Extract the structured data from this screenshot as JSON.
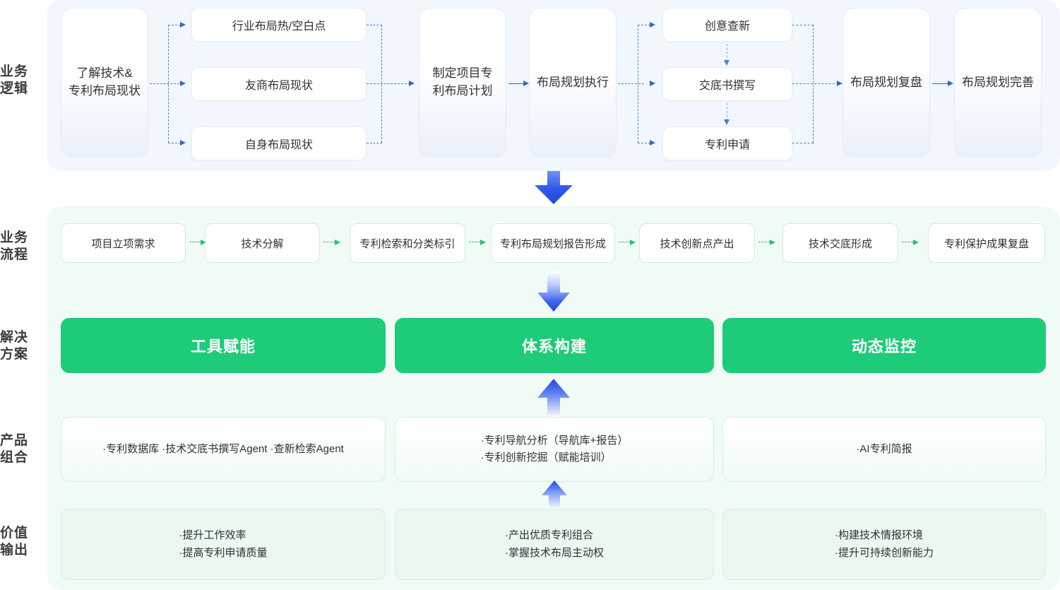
{
  "rail": {
    "labels": [
      {
        "id": "business-logic",
        "text": "业务\n逻辑"
      },
      {
        "id": "business-process",
        "text": "业务\n流程"
      },
      {
        "id": "solution",
        "text": "解决\n方案"
      },
      {
        "id": "product-portfolio",
        "text": "产品\n组合"
      },
      {
        "id": "value-output",
        "text": "价值\n输出"
      }
    ]
  },
  "business_logic": {
    "start_card": "了解技术&\n专利布局现状",
    "branch_group_1": [
      "行业布局热/空白点",
      "友商布局现状",
      "自身布局现状"
    ],
    "plan_card": "制定项目专\n利布局计划",
    "execute_card": "布局规划执行",
    "branch_group_2": [
      "创意查新",
      "交底书撰写",
      "专利申请"
    ],
    "review_card": "布局规划复盘",
    "improve_card": "布局规划完善"
  },
  "business_process": {
    "steps": [
      "项目立项需求",
      "技术分解",
      "专利检索和分类标引",
      "专利布局规划报告形成",
      "技术创新点产出",
      "技术交底形成",
      "专利保护成果复盘"
    ]
  },
  "solution": {
    "bars": [
      "工具赋能",
      "体系构建",
      "动态监控"
    ]
  },
  "product_portfolio": {
    "columns": [
      "·专利数据库  ·技术交底书撰写Agent  ·查新检索Agent",
      "·专利导航分析（导航库+报告）\n·专利创新挖掘（赋能培训）",
      "·AI专利简报"
    ]
  },
  "value_output": {
    "columns": [
      "·提升工作效率\n·提高专利申请质量",
      "·产出优质专利组合\n·掌握技术布局主动权",
      "·构建技术情报环境\n·提升可持续创新能力"
    ]
  },
  "colors": {
    "panel_blue": "#f2f7fd",
    "panel_green": "#f1fbf5",
    "solution_green": "#1ecb79",
    "connector_blue": "#4e7fd0",
    "connector_green": "#24c277",
    "big_arrow_blue": "#2f57e8"
  }
}
